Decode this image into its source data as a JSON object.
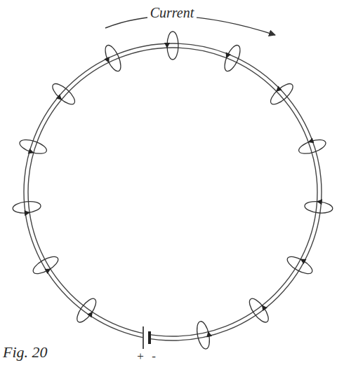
{
  "diagram": {
    "caption": "Fig. 20",
    "labels": [
      "Current",
      "+",
      "-"
    ]
  }
}
